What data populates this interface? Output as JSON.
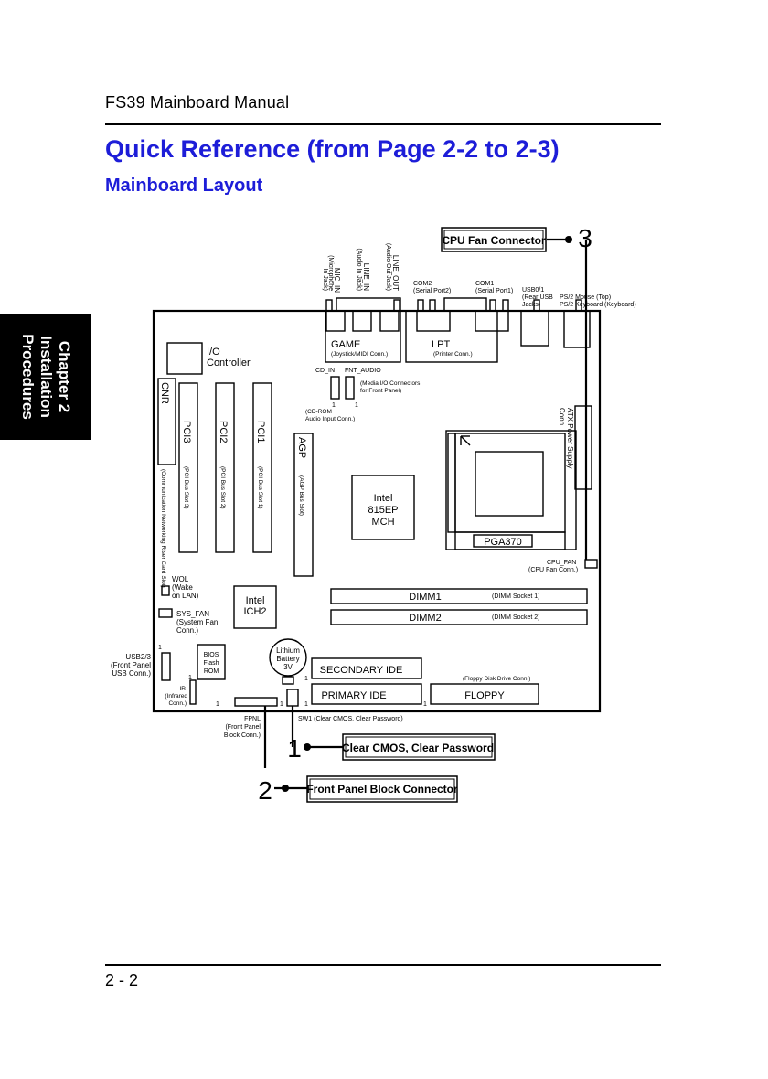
{
  "header": {
    "manual_title": "FS39 Mainboard Manual"
  },
  "heading": {
    "title": "Quick Reference (from Page 2-2 to 2-3)",
    "subtitle": "Mainboard Layout"
  },
  "side_tab": {
    "line1": "Chapter 2",
    "line2": "Installation",
    "line3": "Procedures"
  },
  "callouts": {
    "c1": {
      "number": "1",
      "label": "Clear CMOS, Clear Password"
    },
    "c2": {
      "number": "2",
      "label": "Front Panel Block Connector"
    },
    "c3": {
      "number": "3",
      "label": "CPU Fan Connector"
    }
  },
  "board": {
    "mic_in": "MIC_IN",
    "mic_in_desc1": "(Microphone",
    "mic_in_desc2": "In Jack)",
    "line_in": "LINE_IN",
    "line_in_desc": "(Audio In Jack)",
    "line_out": "LINE_OUT",
    "line_out_desc": "(Audio Out Jack)",
    "com2": "COM2",
    "com2_desc": "(Serial Port2)",
    "com1": "COM1",
    "com1_desc": "(Serial Port1)",
    "usb01": "USB0/1",
    "usb01_desc1": "(Rear USB",
    "usb01_desc2": "Jacks)",
    "ps2_mouse": "PS/2 Mouse (Top)",
    "ps2_keyboard": "PS/2 Keyboard (Keyboard)",
    "game": "GAME",
    "game_desc": "(Joystick/MIDI Conn.)",
    "lpt": "LPT",
    "lpt_desc": "(Printer Conn.)",
    "io_controller1": "I/O",
    "io_controller2": "Controller",
    "cd_in": "CD_IN",
    "fnt_audio": "FNT_AUDIO",
    "fnt_audio_desc1": "(Media I/O Connectors",
    "fnt_audio_desc2": "for Front Panel)",
    "cd_in_desc1": "(CD-ROM",
    "cd_in_desc2": "Audio Input Conn.)",
    "pin1": "1",
    "cnr": "CNR",
    "cnr_desc": "(Communication Networking Riser Card Slot)",
    "pci3": "PCI3",
    "pci3_desc": "(PCI Bus Slot 3)",
    "pci2": "PCI2",
    "pci2_desc": "(PCI Bus Slot 2)",
    "pci1": "PCI1",
    "pci1_desc": "(PCI Bus Slot 1)",
    "agp": "AGP",
    "agp_desc": "(AGP Bus Slot)",
    "atx_power": "ATX Power Supply",
    "atx_power2": "Conn.",
    "mch1": "Intel",
    "mch2": "815EP",
    "mch3": "MCH",
    "pga370": "PGA370",
    "cpu_fan": "CPU_FAN",
    "cpu_fan_desc": "(CPU Fan Conn.)",
    "wol1": "WOL",
    "wol2": "(Wake",
    "wol3": "on LAN)",
    "ich1": "Intel",
    "ich2": "ICH2",
    "sys_fan1": "SYS_FAN",
    "sys_fan2": "(System Fan",
    "sys_fan3": "Conn.)",
    "dimm1": "DIMM1",
    "dimm1_desc": "(DIMM Socket 1)",
    "dimm2": "DIMM2",
    "dimm2_desc": "(DIMM Socket 2)",
    "usb23": "USB2/3",
    "usb23_desc1": "(Front Panel",
    "usb23_desc2": "USB Conn.)",
    "bios1": "BIOS",
    "bios2": "Flash",
    "bios3": "ROM",
    "battery1": "Lithium",
    "battery2": "Battery",
    "battery3": "3V",
    "secondary_ide": "SECONDARY IDE",
    "primary_ide": "PRIMARY IDE",
    "floppy": "FLOPPY",
    "floppy_desc": "(Floppy Disk Drive Conn.)",
    "ir1": "IR",
    "ir2": "(Infrared",
    "ir3": "Conn.)",
    "fpnl1": "FPNL",
    "fpnl2": "(Front  Panel",
    "fpnl3": "Block Conn.)",
    "sw1": "SW1 (Clear CMOS, Clear Password)"
  },
  "footer": {
    "page_number": "2 - 2"
  },
  "colors": {
    "heading": "#1d1dd8",
    "ink": "#000000"
  }
}
